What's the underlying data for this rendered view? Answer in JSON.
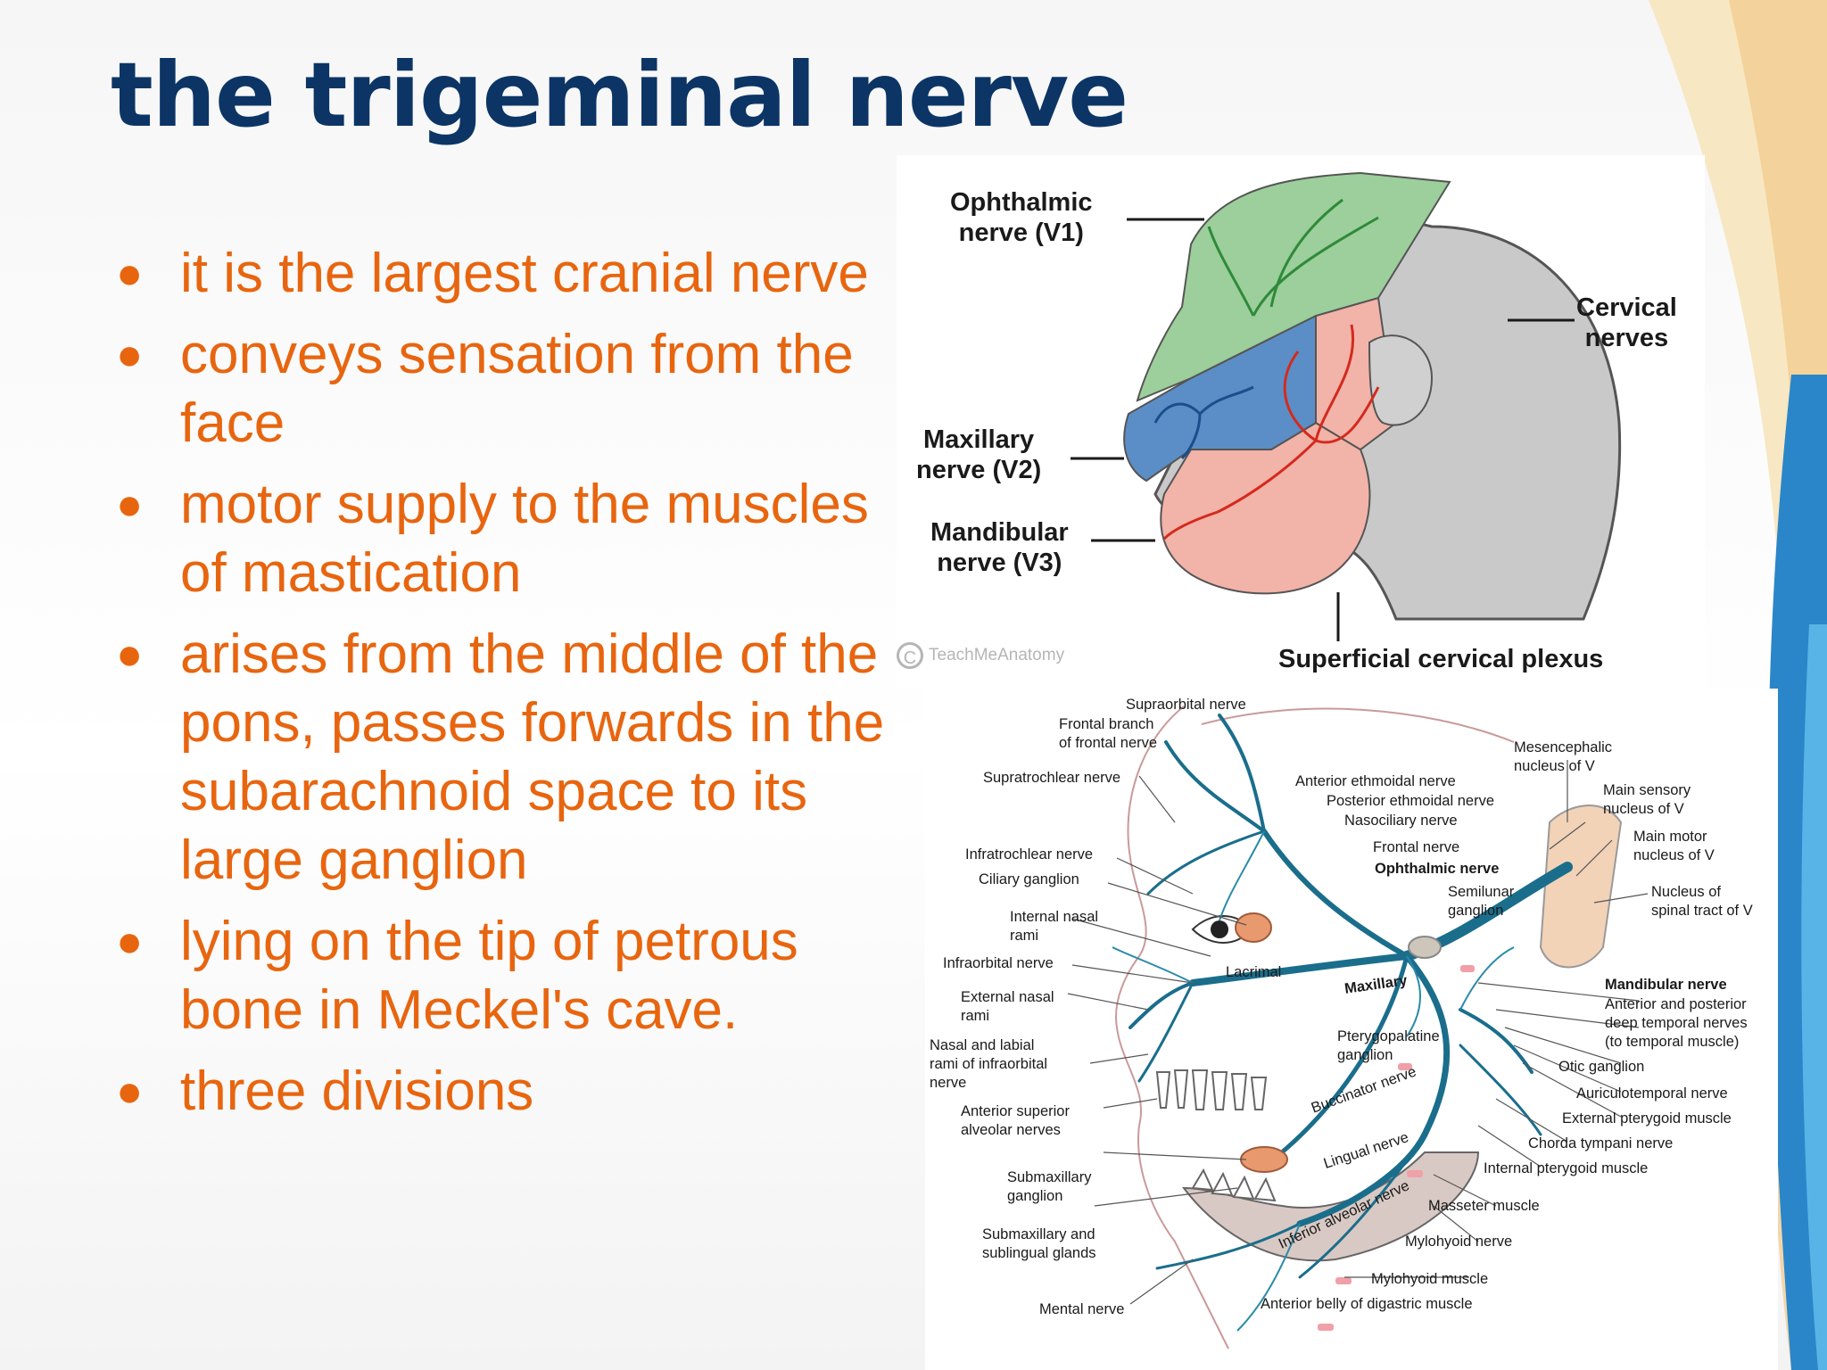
{
  "slide": {
    "title": "the trigeminal nerve",
    "bullets": [
      "it is the largest cranial nerve",
      "conveys sensation from the face",
      "motor supply to the muscles of mastication",
      "arises from the middle of the pons, passes forwards in the subarachnoid space to its large ganglion",
      "lying on the tip of petrous bone in Meckel's cave.",
      "three divisions"
    ]
  },
  "figure_top": {
    "labels": {
      "ophthalmic": "Ophthalmic\nnerve (V1)",
      "maxillary": "Maxillary\nnerve (V2)",
      "mandibular": "Mandibular\nnerve (V3)",
      "cervical": "Cervical\nnerves",
      "superficial_cervical_plexus": "Superficial cervical plexus"
    },
    "watermark": "TeachMeAnatomy",
    "colors": {
      "v1": "#9ccf9b",
      "v2": "#5b8ec6",
      "v3": "#f2b3a8",
      "cervical": "#c9c9c9",
      "nerve": "#d42a1e"
    }
  },
  "figure_bottom": {
    "labels": {
      "supraorbital": "Supraorbital nerve",
      "frontal_branch": "Frontal branch\nof frontal nerve",
      "supratrochlear": "Supratrochlear nerve",
      "infratrochlear": "Infratrochlear nerve",
      "ciliary_ganglion": "Ciliary ganglion",
      "internal_nasal": "Internal nasal\nrami",
      "infraorbital": "Infraorbital nerve",
      "external_nasal": "External nasal\nrami",
      "nasal_labial": "Nasal and labial\nrami of infraorbital\nnerve",
      "anterior_superior_alveolar": "Anterior superior\nalveolar nerves",
      "submaxillary_ganglion": "Submaxillary\nganglion",
      "submaxillary_glands": "Submaxillary and\nsublingual glands",
      "mental": "Mental nerve",
      "anterior_ethmoidal": "Anterior ethmoidal nerve",
      "posterior_ethmoidal": "Posterior ethmoidal nerve",
      "nasociliary": "Nasociliary nerve",
      "frontal": "Frontal nerve",
      "ophthalmic": "Ophthalmic nerve",
      "semilunar": "Semilunar\nganglion",
      "lacrimal": "Lacrimal",
      "maxillary": "Maxillary",
      "pterygopalatine": "Pterygopalatine\nganglion",
      "buccinator": "Buccinator nerve",
      "lingual": "Lingual nerve",
      "inferior_alveolar": "Inferior alveolar nerve",
      "mesencephalic": "Mesencephalic\nnucleus of V",
      "main_sensory": "Main sensory\nnucleus of V",
      "main_motor": "Main motor\nnucleus of V",
      "spinal_tract": "Nucleus of\nspinal tract of V",
      "mandibular": "Mandibular nerve",
      "deep_temporal": "Anterior and posterior\ndeep temporal nerves\n(to temporal muscle)",
      "otic": "Otic ganglion",
      "auriculotemporal": "Auriculotemporal nerve",
      "external_pterygoid": "External pterygoid muscle",
      "chorda_tympani": "Chorda tympani nerve",
      "internal_pterygoid": "Internal pterygoid muscle",
      "masseter": "Masseter muscle",
      "mylohyoid_nerve": "Mylohyoid nerve",
      "mylohyoid_muscle": "Mylohyoid muscle",
      "digastric": "Anterior belly of digastric muscle"
    },
    "colors": {
      "nerve": "#1a6e8c",
      "ganglion": "#e89a6e",
      "muscle": "#f0a0a8"
    }
  }
}
